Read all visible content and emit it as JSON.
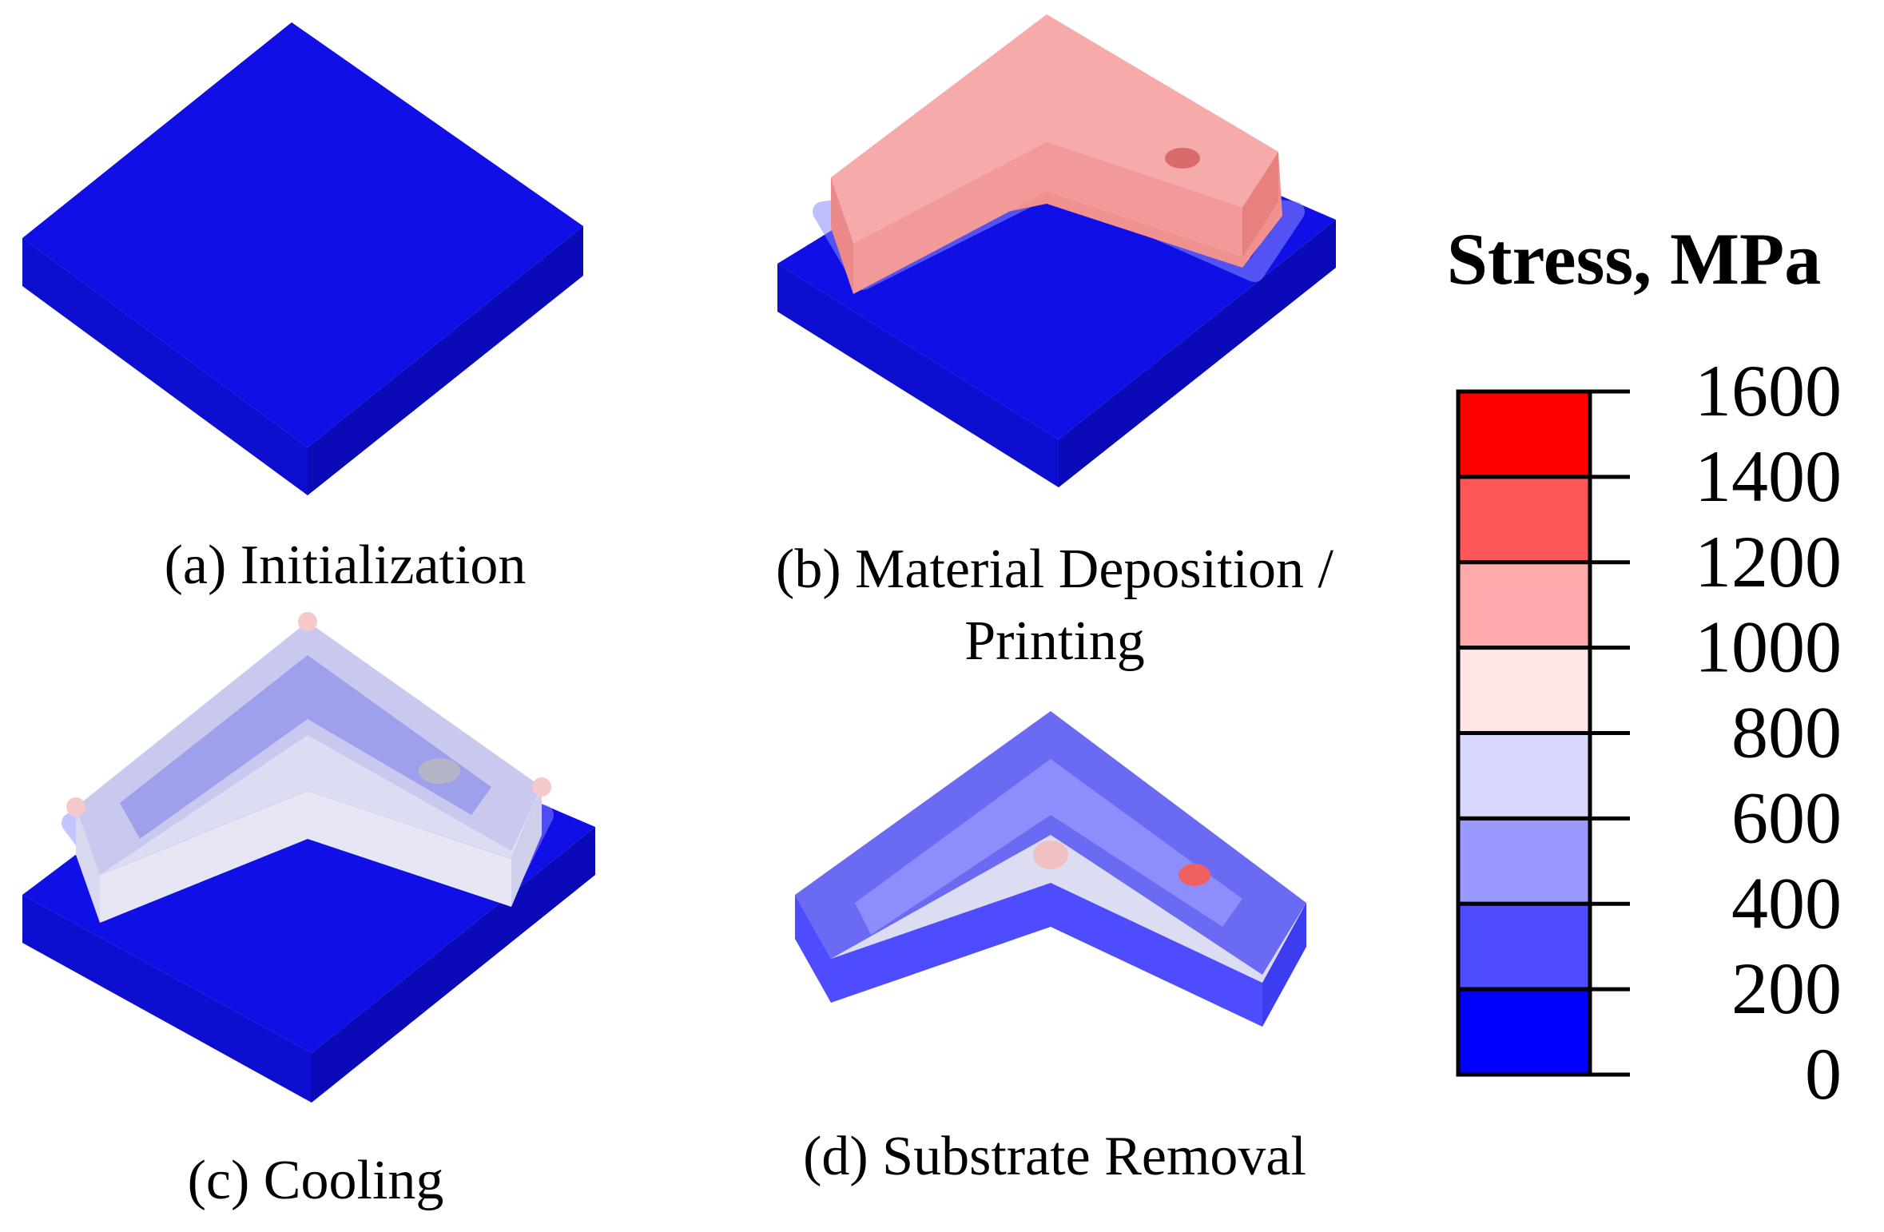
{
  "panels": [
    {
      "id": "a",
      "caption": "(a) Initialization"
    },
    {
      "id": "b",
      "caption_line1": "(b) Material Deposition /",
      "caption_line2": "Printing"
    },
    {
      "id": "c",
      "caption": "(c) Cooling"
    },
    {
      "id": "d",
      "caption": "(d) Substrate Removal"
    }
  ],
  "legend": {
    "title": "Stress, MPa",
    "ticks": [
      "1600",
      "1400",
      "1200",
      "1000",
      "800",
      "600",
      "400",
      "200",
      "0"
    ],
    "bins_top_to_bottom": [
      "#ff0000",
      "#ff5757",
      "#ffaaaa",
      "#ffe6e6",
      "#d8d8ff",
      "#9999ff",
      "#4d4dff",
      "#0000ff"
    ]
  },
  "colors": {
    "substrate_top": "#1010e6",
    "substrate_left": "#0e0ed0",
    "substrate_right": "#0a0ab8",
    "printed_top": "#f7aaaa",
    "printed_wall": "#f09090",
    "cooled_top": "#c9c9f0",
    "cooled_inner": "#9fa0ec",
    "removed_top": "#6a6af2"
  }
}
